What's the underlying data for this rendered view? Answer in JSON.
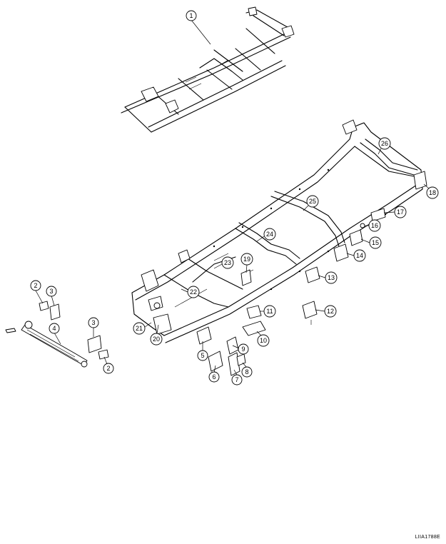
{
  "figure_code": "LIIA1788E",
  "callouts": [
    {
      "id": "c1",
      "label": "1"
    },
    {
      "id": "c2a",
      "label": "2"
    },
    {
      "id": "c3a",
      "label": "3"
    },
    {
      "id": "c4",
      "label": "4"
    },
    {
      "id": "c3b",
      "label": "3"
    },
    {
      "id": "c2b",
      "label": "2"
    },
    {
      "id": "c5",
      "label": "5"
    },
    {
      "id": "c6",
      "label": "6"
    },
    {
      "id": "c7",
      "label": "7"
    },
    {
      "id": "c8",
      "label": "8"
    },
    {
      "id": "c9",
      "label": "9"
    },
    {
      "id": "c10",
      "label": "10"
    },
    {
      "id": "c11",
      "label": "11"
    },
    {
      "id": "c12",
      "label": "12"
    },
    {
      "id": "c13",
      "label": "13"
    },
    {
      "id": "c14",
      "label": "14"
    },
    {
      "id": "c15",
      "label": "15"
    },
    {
      "id": "c16",
      "label": "16"
    },
    {
      "id": "c17",
      "label": "17"
    },
    {
      "id": "c18",
      "label": "18"
    },
    {
      "id": "c19",
      "label": "19"
    },
    {
      "id": "c20",
      "label": "20"
    },
    {
      "id": "c21",
      "label": "21"
    },
    {
      "id": "c22",
      "label": "22"
    },
    {
      "id": "c23",
      "label": "23"
    },
    {
      "id": "c24",
      "label": "24"
    },
    {
      "id": "c25",
      "label": "25"
    },
    {
      "id": "c26",
      "label": "26"
    }
  ]
}
